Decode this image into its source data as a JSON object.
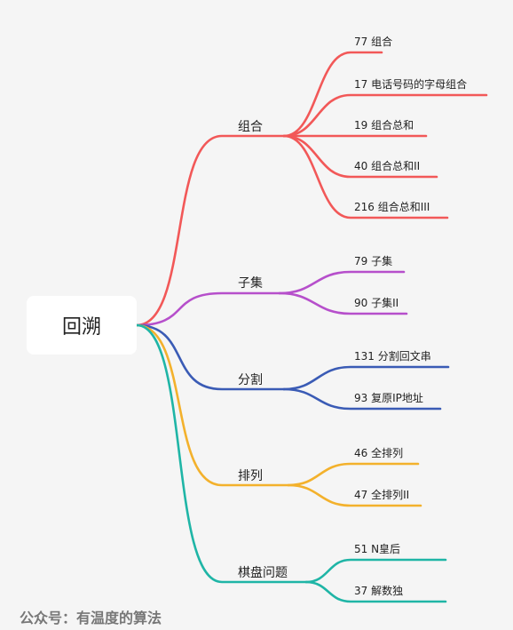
{
  "root": {
    "label": "回溯"
  },
  "branches": [
    {
      "label": "组合",
      "color": "#f25858",
      "leaves": [
        "77  组合",
        "17  电话号码的字母组合",
        "19 组合总和",
        "40  组合总和II",
        "216  组合总和III"
      ]
    },
    {
      "label": "子集",
      "color": "#b64fcb",
      "leaves": [
        "79 子集",
        "90 子集II"
      ]
    },
    {
      "label": "分割",
      "color": "#3a5bb5",
      "leaves": [
        "131  分割回文串",
        "93  复原IP地址"
      ]
    },
    {
      "label": "排列",
      "color": "#f3b12c",
      "leaves": [
        "46  全排列",
        "47 全排列II"
      ]
    },
    {
      "label": "棋盘问题",
      "color": "#1fb5a6",
      "leaves": [
        "51  N皇后",
        "37  解数独"
      ]
    }
  ],
  "footer": {
    "text": "公众号：有温度的算法"
  }
}
